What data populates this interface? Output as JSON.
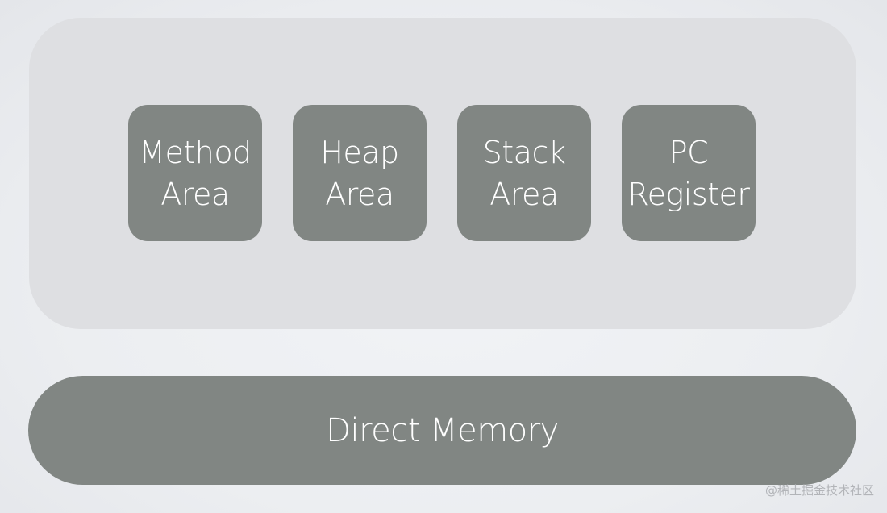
{
  "runtime_regions": [
    {
      "line1": "Method",
      "line2": "Area"
    },
    {
      "line1": "Heap",
      "line2": "Area"
    },
    {
      "line1": "Stack",
      "line2": "Area"
    },
    {
      "line1": "PC",
      "line2": "Register"
    }
  ],
  "direct_memory": {
    "label": "Direct Memory"
  },
  "watermark": {
    "text": "@稀土掘金技术社区"
  }
}
